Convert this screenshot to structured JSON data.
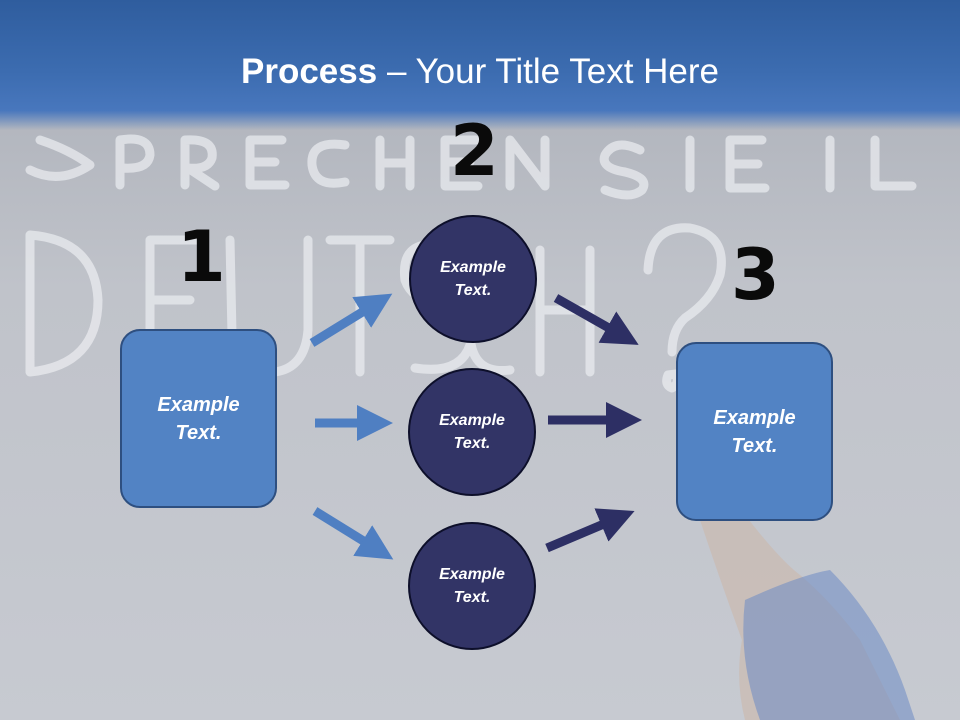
{
  "title": {
    "bold": "Process",
    "rest": " – Your Title Text Here"
  },
  "steps": [
    {
      "number": "1",
      "text": "Example\nText."
    },
    {
      "number": "2"
    },
    {
      "number": "3",
      "text": "Example\nText."
    }
  ],
  "circles": [
    {
      "text": "Example\nText."
    },
    {
      "text": "Example\nText."
    },
    {
      "text": "Example\nText."
    }
  ],
  "colors": {
    "title_bar": "#3c6cb0",
    "box_fill": "#5283c4",
    "circle_fill": "#323466",
    "arrow_light": "#4f7fc2",
    "arrow_dark": "#2d2f64"
  }
}
